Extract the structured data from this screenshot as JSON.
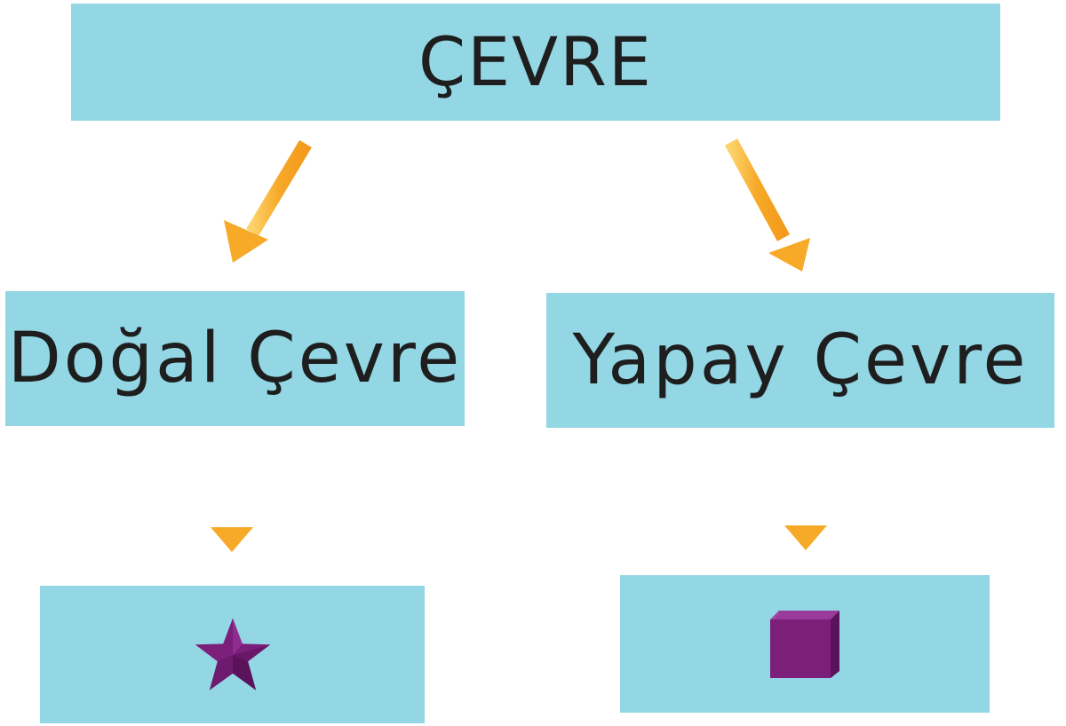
{
  "root": {
    "label": "ÇEVRE"
  },
  "children": [
    {
      "label": "Doğal Çevre",
      "leaf_icon": "star-icon"
    },
    {
      "label": "Yapay Çevre",
      "leaf_icon": "cube-icon"
    }
  ],
  "colors": {
    "box": "#93d6e4",
    "arrow": "#f7a928",
    "arrow_light": "#fcd36b",
    "icon": "#7b1f7b",
    "icon_dark": "#5a135a",
    "text": "#1e1e1e"
  }
}
